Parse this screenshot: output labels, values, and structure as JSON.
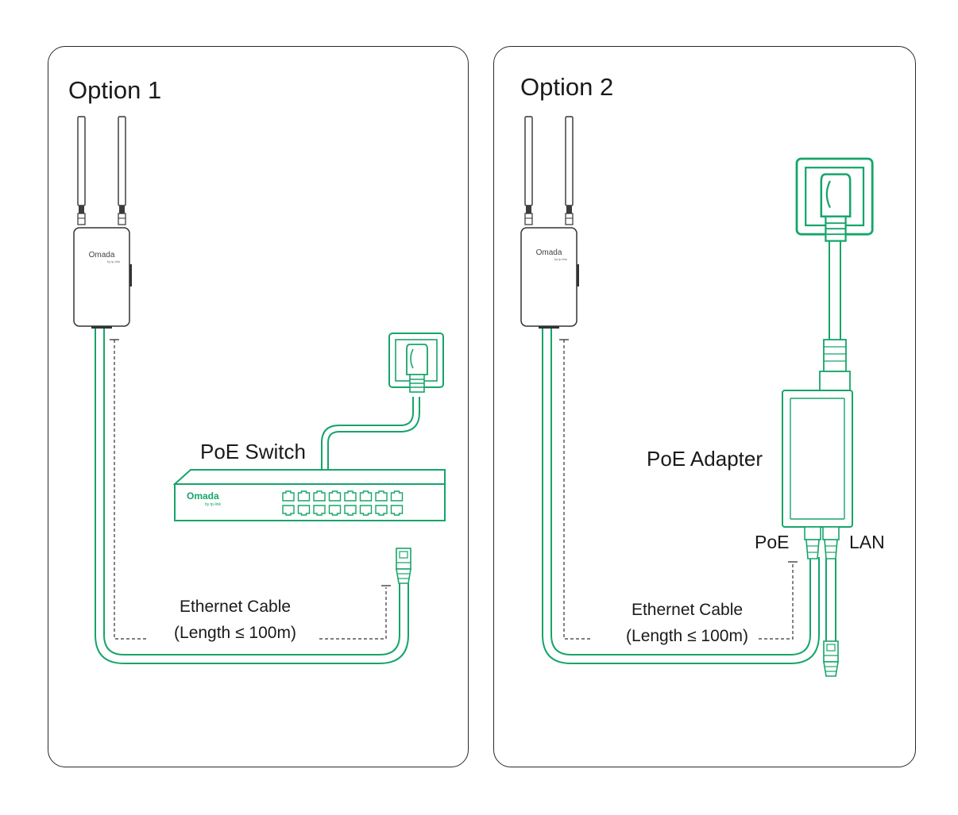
{
  "colors": {
    "accent_green": "#16a56a",
    "outline": "#333333",
    "panel_border": "#2a2a2a"
  },
  "options": [
    {
      "title": "Option 1",
      "device_label": "PoE Switch",
      "cable_label_line1": "Ethernet Cable",
      "cable_label_line2": "(Length ≤ 100m)",
      "ap_brand": "Omada",
      "ap_sub_brand": "by tp-link",
      "switch_brand": "Omada",
      "switch_sub_brand": "by tp-link",
      "switch_port_count": 16
    },
    {
      "title": "Option 2",
      "device_label": "PoE Adapter",
      "port_poe_label": "PoE",
      "port_lan_label": "LAN",
      "cable_label_line1": "Ethernet Cable",
      "cable_label_line2": "(Length ≤ 100m)",
      "ap_brand": "Omada",
      "ap_sub_brand": "by tp-link"
    }
  ],
  "icons": [
    "access-point-icon",
    "antenna-icon",
    "power-outlet-icon",
    "power-plug-icon",
    "poe-switch-icon",
    "poe-adapter-icon",
    "rj45-connector-icon",
    "ethernet-cable-icon"
  ]
}
